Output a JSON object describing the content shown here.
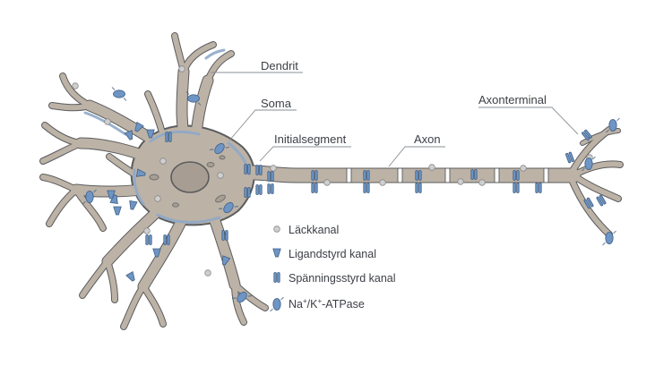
{
  "labels": {
    "dendrit": "Dendrit",
    "soma": "Soma",
    "initialsegment": "Initialsegment",
    "axon": "Axon",
    "axonterminal": "Axonterminal"
  },
  "legend": {
    "leak_channel": "Läckkanal",
    "ligand_channel": "Ligandstyrd kanal",
    "voltage_channel": "Spänningsstyrd kanal",
    "pump_prefix": "Na",
    "pump_mid": "/K",
    "pump_suffix": "-ATPase",
    "pump_sup": "+"
  },
  "colors": {
    "neuron_fill": "#bcb2a6",
    "neuron_outline": "#5b5c5e",
    "membrane_accent": "#8fa9c8",
    "channel_fill": "#6e95c4",
    "channel_stroke": "#3e5f86",
    "leak_fill": "#cfcfcf",
    "leak_stroke": "#8b8b8b",
    "leader_line": "#8a8f96",
    "text": "#3c3f45"
  }
}
